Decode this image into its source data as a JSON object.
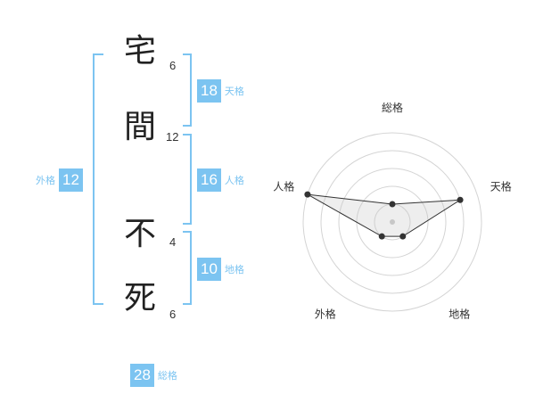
{
  "name": {
    "characters": [
      {
        "char": "宅",
        "strokes": "6"
      },
      {
        "char": "間",
        "strokes": "12"
      },
      {
        "char": "不",
        "strokes": "4"
      },
      {
        "char": "死",
        "strokes": "6"
      }
    ]
  },
  "kakusu": {
    "tenkaku": {
      "value": "18",
      "label": "天格"
    },
    "jinkaku": {
      "value": "16",
      "label": "人格"
    },
    "chikaku": {
      "value": "10",
      "label": "地格"
    },
    "gaikaku": {
      "value": "12",
      "label": "外格"
    },
    "soukaku": {
      "value": "28",
      "label": "総格"
    }
  },
  "colors": {
    "accent": "#7cc4f1",
    "text": "#222222"
  },
  "chart_data": {
    "type": "radar",
    "axes": [
      "総格",
      "天格",
      "地格",
      "外格",
      "人格"
    ],
    "values": [
      1,
      4,
      1,
      1,
      5
    ],
    "max": 5,
    "rings": 5
  }
}
